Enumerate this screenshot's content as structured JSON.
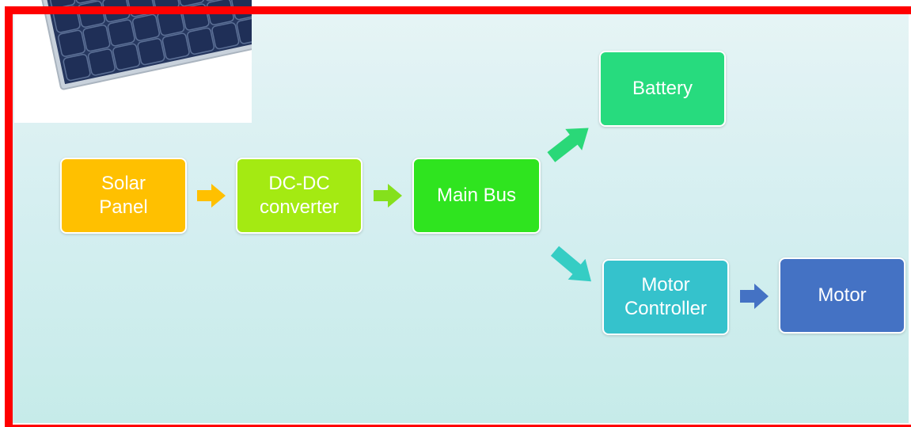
{
  "diagram": {
    "nodes": [
      {
        "id": "solar",
        "label": "Solar\nPanel",
        "color": "#ffc000"
      },
      {
        "id": "dcdc",
        "label": "DC-DC\nconverter",
        "color": "#a4ea12"
      },
      {
        "id": "mainbus",
        "label": "Main Bus",
        "color": "#2fe41f"
      },
      {
        "id": "battery",
        "label": "Battery",
        "color": "#27db7e"
      },
      {
        "id": "motorcontroller",
        "label": "Motor\nController",
        "color": "#35c2cc"
      },
      {
        "id": "motor",
        "label": "Motor",
        "color": "#4472c4"
      }
    ],
    "edges": [
      {
        "from": "solar",
        "to": "dcdc",
        "color": "#ffc000"
      },
      {
        "from": "dcdc",
        "to": "mainbus",
        "color": "#85e01c"
      },
      {
        "from": "mainbus",
        "to": "battery",
        "color": "#2ad878"
      },
      {
        "from": "mainbus",
        "to": "motorcontroller",
        "color": "#35cdc4"
      },
      {
        "from": "motorcontroller",
        "to": "motor",
        "color": "#4472c4"
      }
    ]
  },
  "colors": {
    "frame": "#ff0000",
    "panel_cell": "#1f2f57",
    "panel_frame": "#c9d2dc"
  },
  "image": {
    "subject": "solar-panel-photo"
  }
}
